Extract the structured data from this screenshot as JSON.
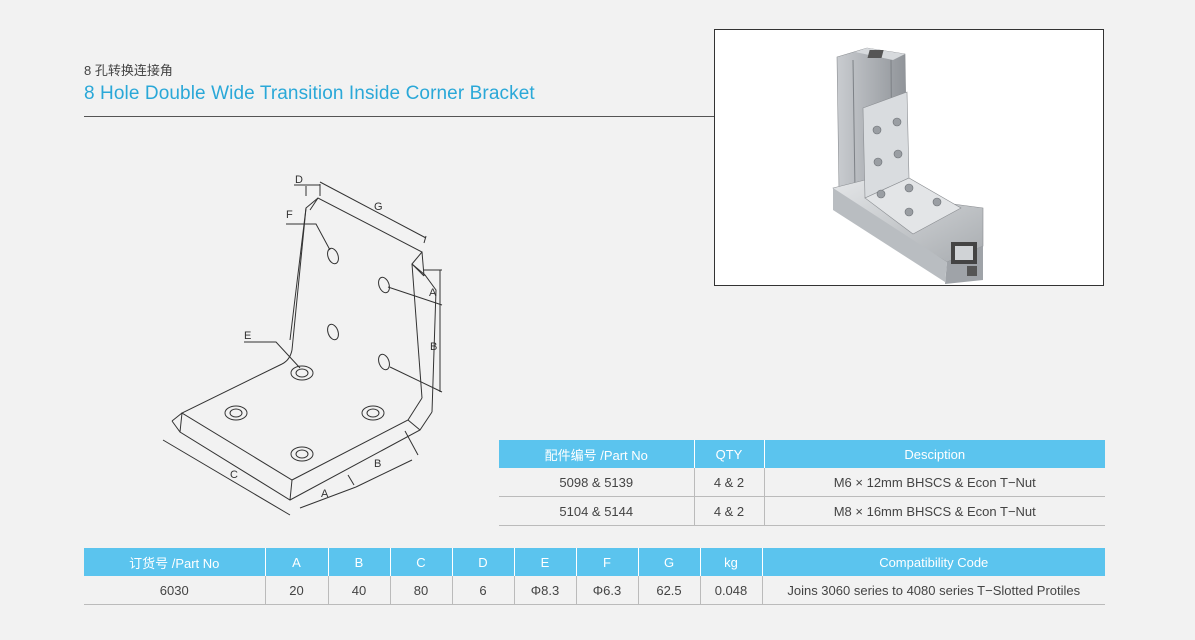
{
  "title": {
    "cn": "8 孔转换连接角",
    "en": "8 Hole Double Wide Transition Inside Corner Bracket"
  },
  "drawing_labels": {
    "A": "A",
    "B": "B",
    "C": "C",
    "D": "D",
    "E": "E",
    "F": "F",
    "G": "G"
  },
  "parts_table": {
    "headers": [
      "配件编号 /Part No",
      "QTY",
      "Desciption"
    ],
    "rows": [
      [
        "5098 & 5139",
        "4 & 2",
        "M6 × 12mm BHSCS & Econ T−Nut"
      ],
      [
        "5104 & 5144",
        "4 & 2",
        "M8 × 16mm BHSCS & Econ T−Nut"
      ]
    ]
  },
  "spec_table": {
    "headers": [
      "订货号 /Part No",
      "A",
      "B",
      "C",
      "D",
      "E",
      "F",
      "G",
      "kg",
      "Compatibility Code"
    ],
    "rows": [
      [
        "6030",
        "20",
        "40",
        "80",
        "6",
        "Φ8.3",
        "Φ6.3",
        "62.5",
        "0.048",
        "Joins 3060 series to 4080 series T−Slotted Protiles"
      ]
    ]
  },
  "colors": {
    "accent": "#2aa8d8",
    "header_bg": "#5bc4ee",
    "background": "#f2f2f2"
  }
}
